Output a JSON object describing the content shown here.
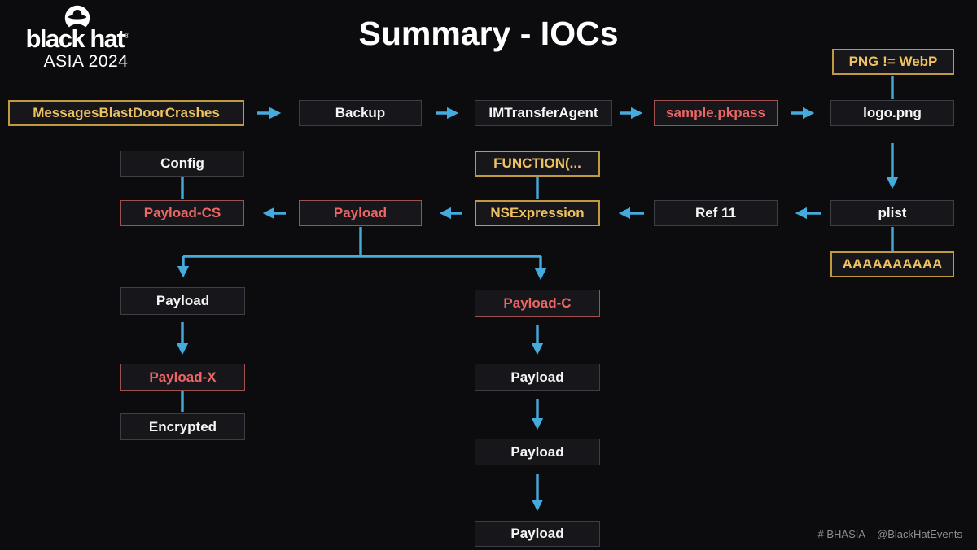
{
  "slide": {
    "title": "Summary - IOCs",
    "logo": {
      "brand": "black hat",
      "registered": "®",
      "event": "ASIA 2024"
    },
    "footer": {
      "hashtag": "# BHASIA",
      "handle": "@BlackHatEvents"
    }
  },
  "colors": {
    "background": "#0c0c0e",
    "node_fill": "#17171b",
    "node_border": "#3e3e46",
    "node_text": "#f5f5f5",
    "yellow_border": "#c09a3e",
    "yellow_text": "#eec261",
    "red_border": "#a15050",
    "red_text": "#ec6666",
    "arrow": "#45aadc",
    "footer_text": "#8e8e94"
  },
  "nodes": {
    "png_webp": {
      "label": "PNG != WebP",
      "style": "yellow"
    },
    "messages": {
      "label": "MessagesBlastDoorCrashes",
      "style": "yellow"
    },
    "backup": {
      "label": "Backup",
      "style": "plain"
    },
    "imtransfer": {
      "label": "IMTransferAgent",
      "style": "plain"
    },
    "pkpass": {
      "label": "sample.pkpass",
      "style": "red"
    },
    "logopng": {
      "label": "logo.png",
      "style": "plain"
    },
    "config": {
      "label": "Config",
      "style": "plain"
    },
    "function": {
      "label": "FUNCTION(...",
      "style": "yellow"
    },
    "payload_cs": {
      "label": "Payload-CS",
      "style": "red"
    },
    "payload_mid": {
      "label": "Payload",
      "style": "red"
    },
    "nsexpression": {
      "label": "NSExpression",
      "style": "yellow"
    },
    "ref11": {
      "label": "Ref 11",
      "style": "plain"
    },
    "plist": {
      "label": "plist",
      "style": "plain"
    },
    "aaaa": {
      "label": "AAAAAAAAAA",
      "style": "yellow"
    },
    "payload_l4": {
      "label": "Payload",
      "style": "plain"
    },
    "payload_c": {
      "label": "Payload-C",
      "style": "red"
    },
    "payload_x": {
      "label": "Payload-X",
      "style": "red"
    },
    "encrypted": {
      "label": "Encrypted",
      "style": "plain"
    },
    "payload_r5": {
      "label": "Payload",
      "style": "plain"
    },
    "payload_r6": {
      "label": "Payload",
      "style": "plain"
    },
    "payload_r7": {
      "label": "Payload",
      "style": "plain"
    }
  },
  "edges": [
    {
      "from": "png_webp",
      "to": "logopng",
      "type": "line"
    },
    {
      "from": "messages",
      "to": "backup",
      "type": "arrow"
    },
    {
      "from": "backup",
      "to": "imtransfer",
      "type": "arrow"
    },
    {
      "from": "imtransfer",
      "to": "pkpass",
      "type": "arrow"
    },
    {
      "from": "pkpass",
      "to": "logopng",
      "type": "arrow"
    },
    {
      "from": "logopng",
      "to": "plist",
      "type": "arrow"
    },
    {
      "from": "plist",
      "to": "ref11",
      "type": "arrow"
    },
    {
      "from": "ref11",
      "to": "nsexpression",
      "type": "arrow"
    },
    {
      "from": "nsexpression",
      "to": "payload_mid",
      "type": "arrow"
    },
    {
      "from": "payload_mid",
      "to": "payload_cs",
      "type": "arrow"
    },
    {
      "from": "config",
      "to": "payload_cs",
      "type": "line"
    },
    {
      "from": "function",
      "to": "nsexpression",
      "type": "line"
    },
    {
      "from": "plist",
      "to": "aaaa",
      "type": "line"
    },
    {
      "from": "payload_mid",
      "to": "payload_l4",
      "type": "arrow"
    },
    {
      "from": "payload_mid",
      "to": "payload_c",
      "type": "arrow"
    },
    {
      "from": "payload_l4",
      "to": "payload_x",
      "type": "arrow"
    },
    {
      "from": "payload_x",
      "to": "encrypted",
      "type": "line"
    },
    {
      "from": "payload_c",
      "to": "payload_r5",
      "type": "arrow"
    },
    {
      "from": "payload_r5",
      "to": "payload_r6",
      "type": "arrow"
    },
    {
      "from": "payload_r6",
      "to": "payload_r7",
      "type": "arrow"
    }
  ]
}
